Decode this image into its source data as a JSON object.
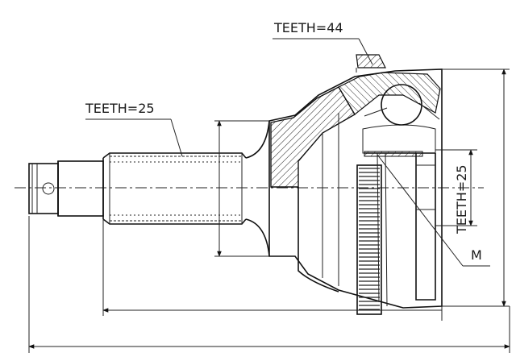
{
  "labels": {
    "outer_teeth": "TEETH=44",
    "shaft_teeth": "TEETH=25",
    "inner_teeth": "TEETH=25",
    "marker": "M"
  }
}
